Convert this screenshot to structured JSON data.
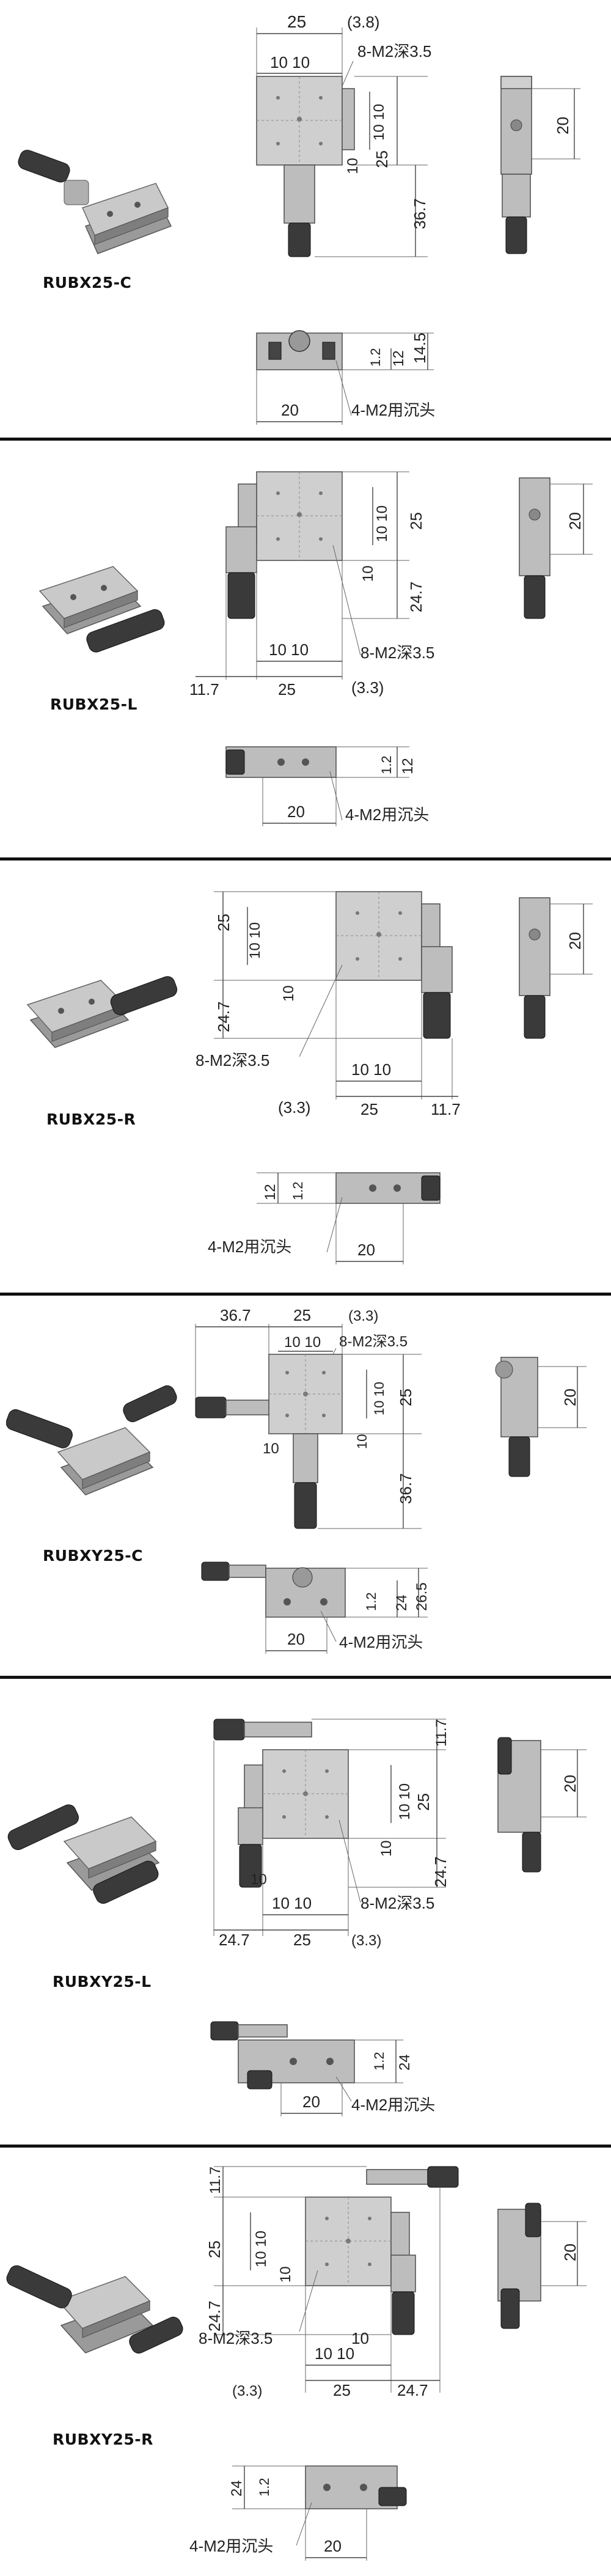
{
  "sections": [
    {
      "model": "RUBX25-C",
      "labels": {
        "d25": "25",
        "d38": "(3.8)",
        "d1010": "10 10",
        "hole": "8-M2深3.5",
        "r1010": "10 10",
        "r25": "25",
        "r10": "10",
        "r367": "36.7",
        "side20": "20",
        "s12a": "1.2",
        "s12b": "12",
        "s145": "14.5",
        "b20": "20",
        "csk": "4-M2用沉头"
      }
    },
    {
      "model": "RUBX25-L",
      "labels": {
        "r1010": "10 10",
        "r25": "25",
        "r10": "10",
        "r247": "24.7",
        "b1010": "10 10",
        "hole": "8-M2深3.5",
        "b117": "11.7",
        "b25": "25",
        "b33": "(3.3)",
        "side20": "20",
        "s12a": "1.2",
        "s12b": "12",
        "b20": "20",
        "csk": "4-M2用沉头"
      }
    },
    {
      "model": "RUBX25-R",
      "labels": {
        "l25": "25",
        "l1010": "10 10",
        "l10": "10",
        "l247": "24.7",
        "hole": "8-M2深3.5",
        "b1010": "10 10",
        "b33": "(3.3)",
        "b25": "25",
        "b117": "11.7",
        "side20": "20",
        "s12a": "12",
        "s12b": "1.2",
        "csk": "4-M2用沉头",
        "b20": "20"
      }
    },
    {
      "model": "RUBXY25-C",
      "labels": {
        "t367": "36.7",
        "t25": "25",
        "t33": "(3.3)",
        "t1010": "10 10",
        "hole": "8-M2深3.5",
        "r1010": "10 10",
        "r25": "25",
        "l10": "10",
        "r10": "10",
        "r367": "36.7",
        "side20": "20",
        "s12": "1.2",
        "s24": "24",
        "s265": "26.5",
        "b20": "20",
        "csk": "4-M2用沉头"
      }
    },
    {
      "model": "RUBXY25-L",
      "labels": {
        "r117": "11.7",
        "r1010": "10 10",
        "r25": "25",
        "r10": "10",
        "r247": "24.7",
        "l10": "10",
        "b1010": "10 10",
        "hole": "8-M2深3.5",
        "b247": "24.7",
        "b25": "25",
        "b33": "(3.3)",
        "side20": "20",
        "s12": "1.2",
        "s24": "24",
        "b20": "20",
        "csk": "4-M2用沉头"
      }
    },
    {
      "model": "RUBXY25-R",
      "labels": {
        "l117": "11.7",
        "l25": "25",
        "l1010": "10 10",
        "l10": "10",
        "l247": "24.7",
        "hole": "8-M2深3.5",
        "b10": "10",
        "b1010": "10 10",
        "b33": "(3.3)",
        "b25": "25",
        "b247": "24.7",
        "side20": "20",
        "s24": "24",
        "s12": "1.2",
        "csk": "4-M2用沉头",
        "b20": "20"
      }
    }
  ]
}
